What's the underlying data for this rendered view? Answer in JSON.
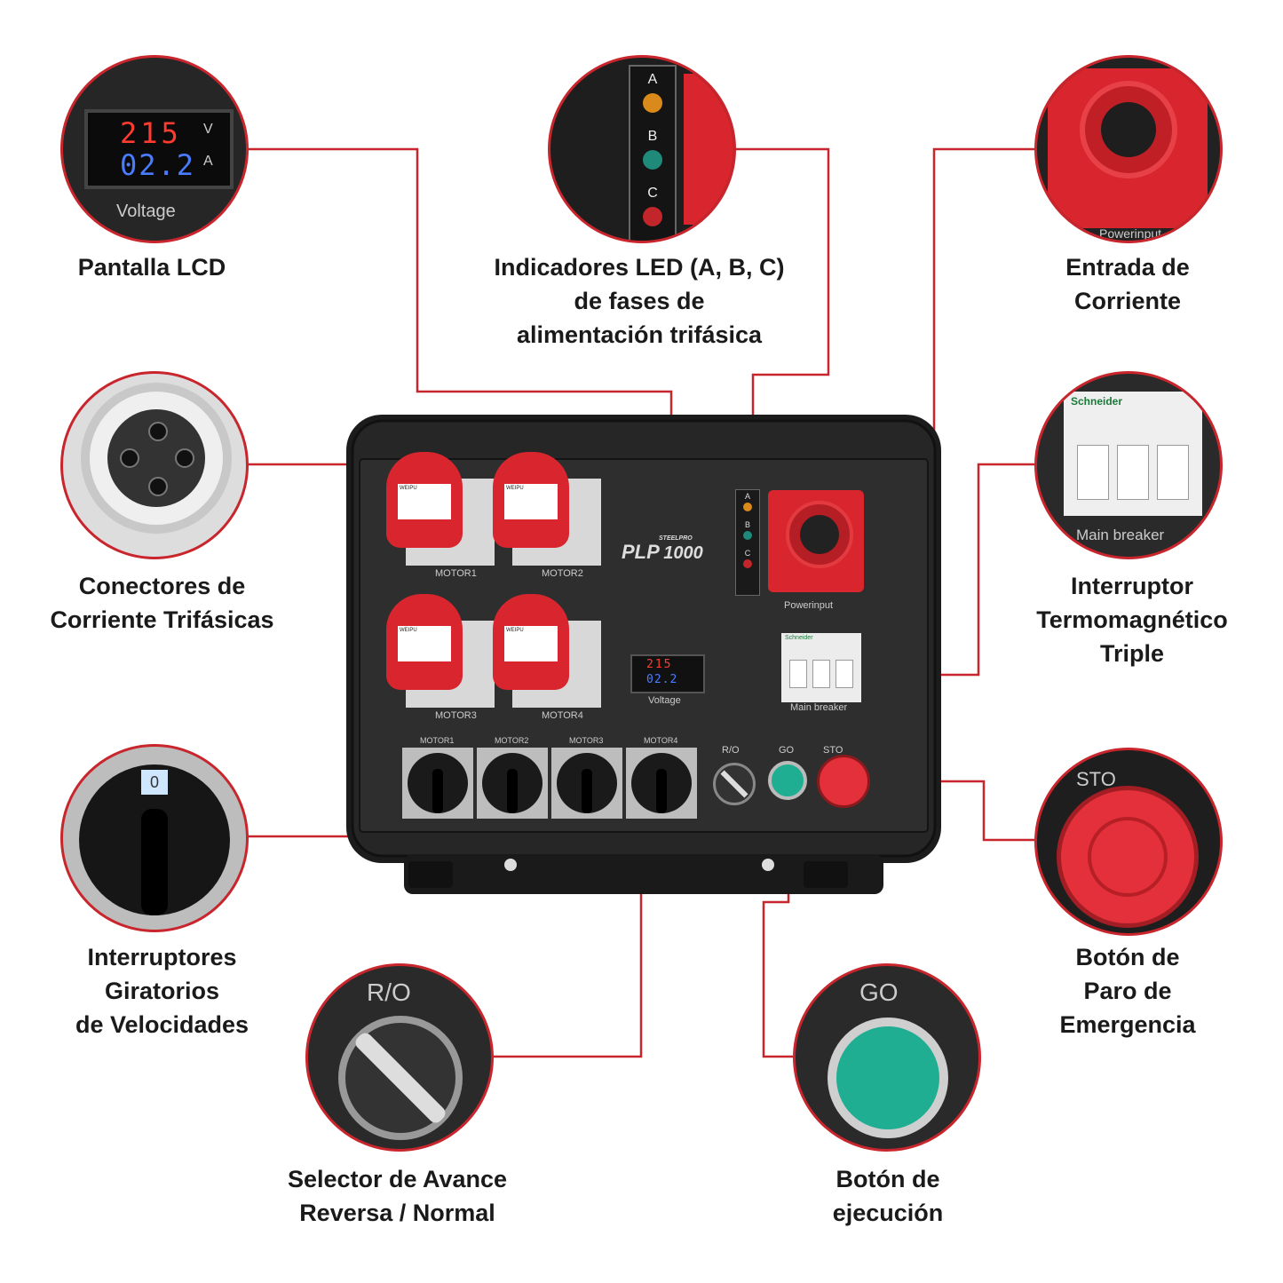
{
  "colors": {
    "accent": "#c8262c",
    "panel": "#2b2b2b",
    "socket_red": "#d9262e",
    "go_green": "#1fae91"
  },
  "labels": {
    "lcd": [
      "Pantalla LCD"
    ],
    "led": [
      "Indicadores LED (A, B, C)",
      "de fases de",
      "alimentación trifásica"
    ],
    "entrada": [
      "Entrada de",
      "Corriente"
    ],
    "conectores": [
      "Conectores de",
      "Corriente Trifásicas"
    ],
    "interruptor": [
      "Interruptor",
      "Termomagnético",
      "Triple"
    ],
    "giratorios": [
      "Interruptores",
      "Giratorios",
      "de Velocidades"
    ],
    "paro": [
      "Botón de",
      "Paro de",
      "Emergencia"
    ],
    "selector": [
      "Selector de Avance",
      "Reversa / Normal"
    ],
    "ejecucion": [
      "Botón de",
      "ejecución"
    ]
  },
  "zoom": {
    "lcd": {
      "volts": "215",
      "amps": "02.2",
      "unit_v": "V",
      "unit_a": "A",
      "caption": "Voltage"
    },
    "led": {
      "a": "A",
      "b": "B",
      "c": "C"
    },
    "entrada": {
      "caption": "Powerinput"
    },
    "breaker": {
      "brand": "Schneider",
      "caption": "Main breaker"
    },
    "rotary": {
      "position": "0"
    },
    "stop": {
      "caption": "STO"
    },
    "ro": {
      "caption": "R/O"
    },
    "go": {
      "caption": "GO"
    }
  },
  "panel": {
    "sockets": [
      "MOTOR1",
      "MOTOR2",
      "MOTOR3",
      "MOTOR4"
    ],
    "socket_brand": "WEIPU",
    "brand_name": "PLP",
    "brand_model": "1000",
    "brand_sub": "STEELPRO",
    "voltage_label": "Voltage",
    "lcd_volts": "215",
    "lcd_amps": "02.2",
    "led_a": "A",
    "led_b": "B",
    "led_c": "C",
    "powerinput": "Powerinput",
    "main_breaker": "Main breaker",
    "switch_labels": [
      "MOTOR1",
      "MOTOR2",
      "MOTOR3",
      "MOTOR4"
    ],
    "ro": "R/O",
    "go": "GO",
    "stop": "STO"
  }
}
